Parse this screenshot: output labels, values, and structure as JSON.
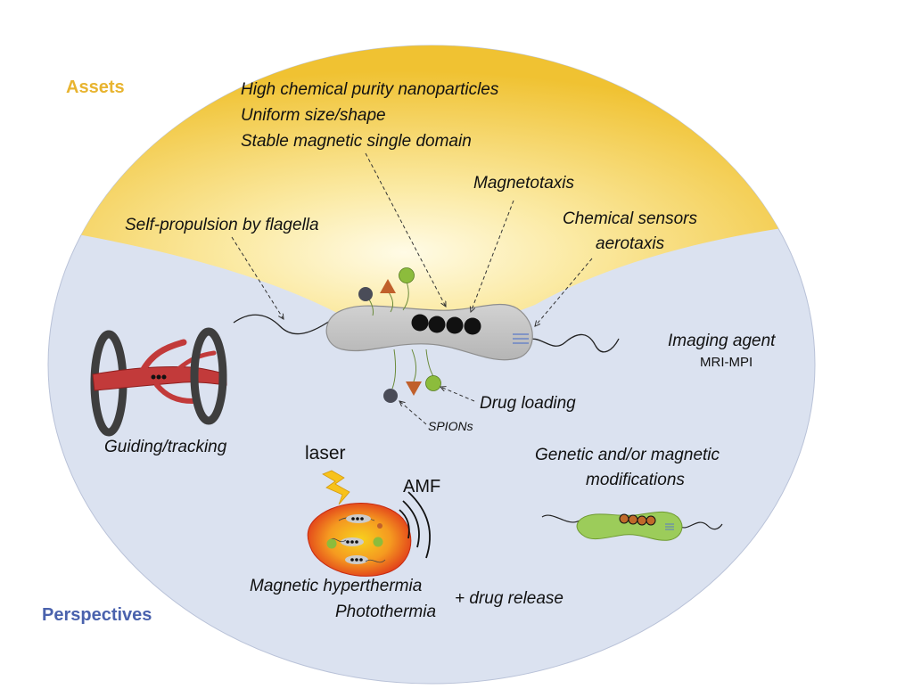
{
  "sections": {
    "assets": {
      "label": "Assets",
      "color": "#e8b430"
    },
    "perspectives": {
      "label": "Perspectives",
      "color": "#4a62ad"
    }
  },
  "colors": {
    "assets_fill": "#f0c232",
    "assets_glow": "#fffbe6",
    "perspectives_fill": "#dbe2f0",
    "cell_fill": "#c4c4c4",
    "magnetosome": "#111111",
    "modified_cell": "#9ccc5a",
    "modified_magnetosome": "#c06a2a",
    "tumor_outer": "#e03a1a",
    "tumor_inner": "#f7d21e",
    "vessel": "#c23a3a",
    "coil": "#3e3e3e",
    "triangle": "#c0602c",
    "green_bead": "#8cbc3c",
    "grey_bead": "#4a4c58",
    "lightning": "#f7c21c"
  },
  "assets": {
    "properties": [
      "High chemical purity nanoparticles",
      "Uniform size/shape",
      "Stable magnetic single domain"
    ],
    "magnetotaxis": "Magnetotaxis",
    "chemical_sensors": [
      "Chemical sensors",
      "aerotaxis"
    ],
    "self_propulsion": "Self-propulsion by flagella"
  },
  "perspectives": {
    "imaging": {
      "title": "Imaging agent",
      "subtitle": "MRI-MPI"
    },
    "drug_loading": "Drug loading",
    "spions": "SPIONs",
    "guiding": "Guiding/tracking",
    "laser": "laser",
    "amf": "AMF",
    "genetic": [
      "Genetic and/or magnetic",
      "modifications"
    ],
    "hyperthermia": [
      "Magnetic hyperthermia",
      "Photothermia"
    ],
    "drug_release": "+ drug release"
  }
}
